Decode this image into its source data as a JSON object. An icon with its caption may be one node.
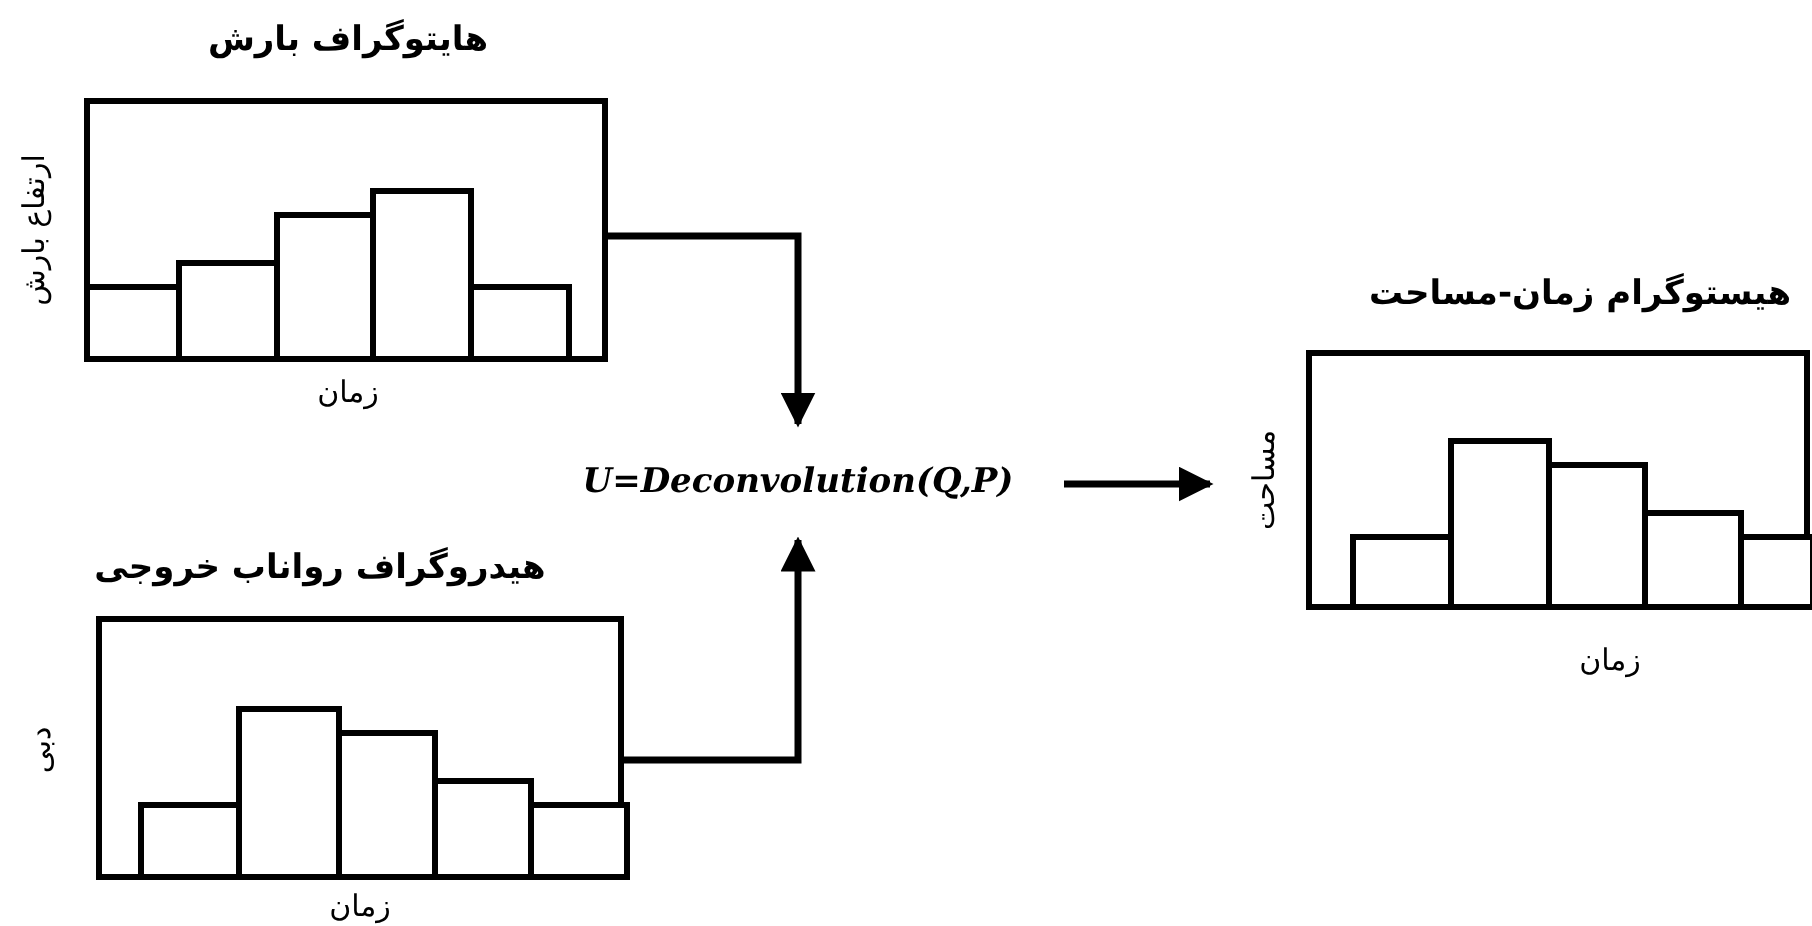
{
  "diagram": {
    "nodes": [
      {
        "text": [
          "هایتوگراف بارش"
        ],
        "beside": [
          "ارتفاع بارش",
          "زمان"
        ]
      },
      {
        "text": [
          "هیدروگراف رواناب خروجی"
        ],
        "beside": [
          "دبی",
          "زمان"
        ]
      },
      {
        "text": [
          "هیستوگرام زمان-مساحت"
        ],
        "beside": [
          "مساحت",
          "زمان"
        ]
      },
      {
        "text": [
          "U=Deconvolution(Q,P)"
        ]
      }
    ],
    "edges": [
      {
        "from": 0,
        "to": 3,
        "arrow": "to"
      },
      {
        "from": 1,
        "to": 3,
        "arrow": "to"
      },
      {
        "from": 3,
        "to": 2,
        "arrow": "to"
      }
    ]
  }
}
